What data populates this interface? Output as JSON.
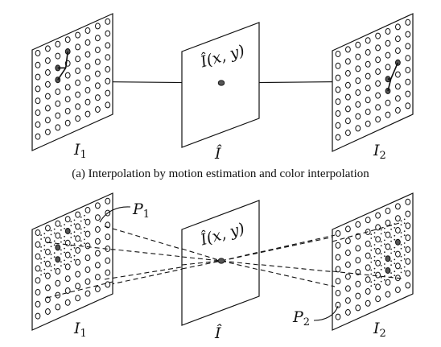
{
  "top": {
    "left_label": "I",
    "left_label_sub": "1",
    "middle_label": "Î",
    "middle_point_label": "Î(x, y)",
    "right_label": "I",
    "right_label_sub": "2",
    "caption": "(a)  Interpolation by motion estimation and color interpolation"
  },
  "bottom": {
    "left_label": "I",
    "left_label_sub": "1",
    "middle_label": "Î",
    "middle_point_label": "Î(x, y)",
    "right_label": "I",
    "right_label_sub": "2",
    "p1_label": "P",
    "p1_sub": "1",
    "p2_label": "P",
    "p2_sub": "2"
  }
}
